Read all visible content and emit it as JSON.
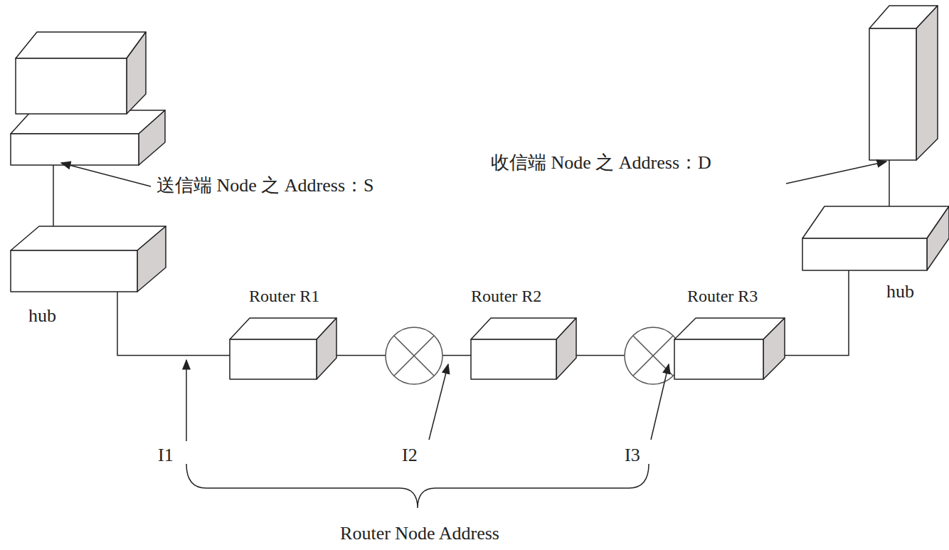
{
  "diagram": {
    "nodes": [
      {
        "text": [
          "hub"
        ]
      },
      {
        "text": [
          "Router R1"
        ]
      },
      {
        "text": [
          "Router R2"
        ]
      },
      {
        "text": [
          "Router R3"
        ]
      },
      {
        "text": [
          "hub"
        ]
      }
    ],
    "edges": [
      {
        "from": 0,
        "to": 1,
        "arrow": "none"
      },
      {
        "from": 1,
        "to": 2,
        "arrow": "none"
      },
      {
        "from": 2,
        "to": 3,
        "arrow": "none"
      },
      {
        "from": 3,
        "to": 4,
        "arrow": "none"
      }
    ],
    "labels": [
      "送信端 Node 之 Address：S",
      "收信端 Node 之 Address：D",
      "I1",
      "I2",
      "I3",
      "Router Node Address"
    ]
  }
}
